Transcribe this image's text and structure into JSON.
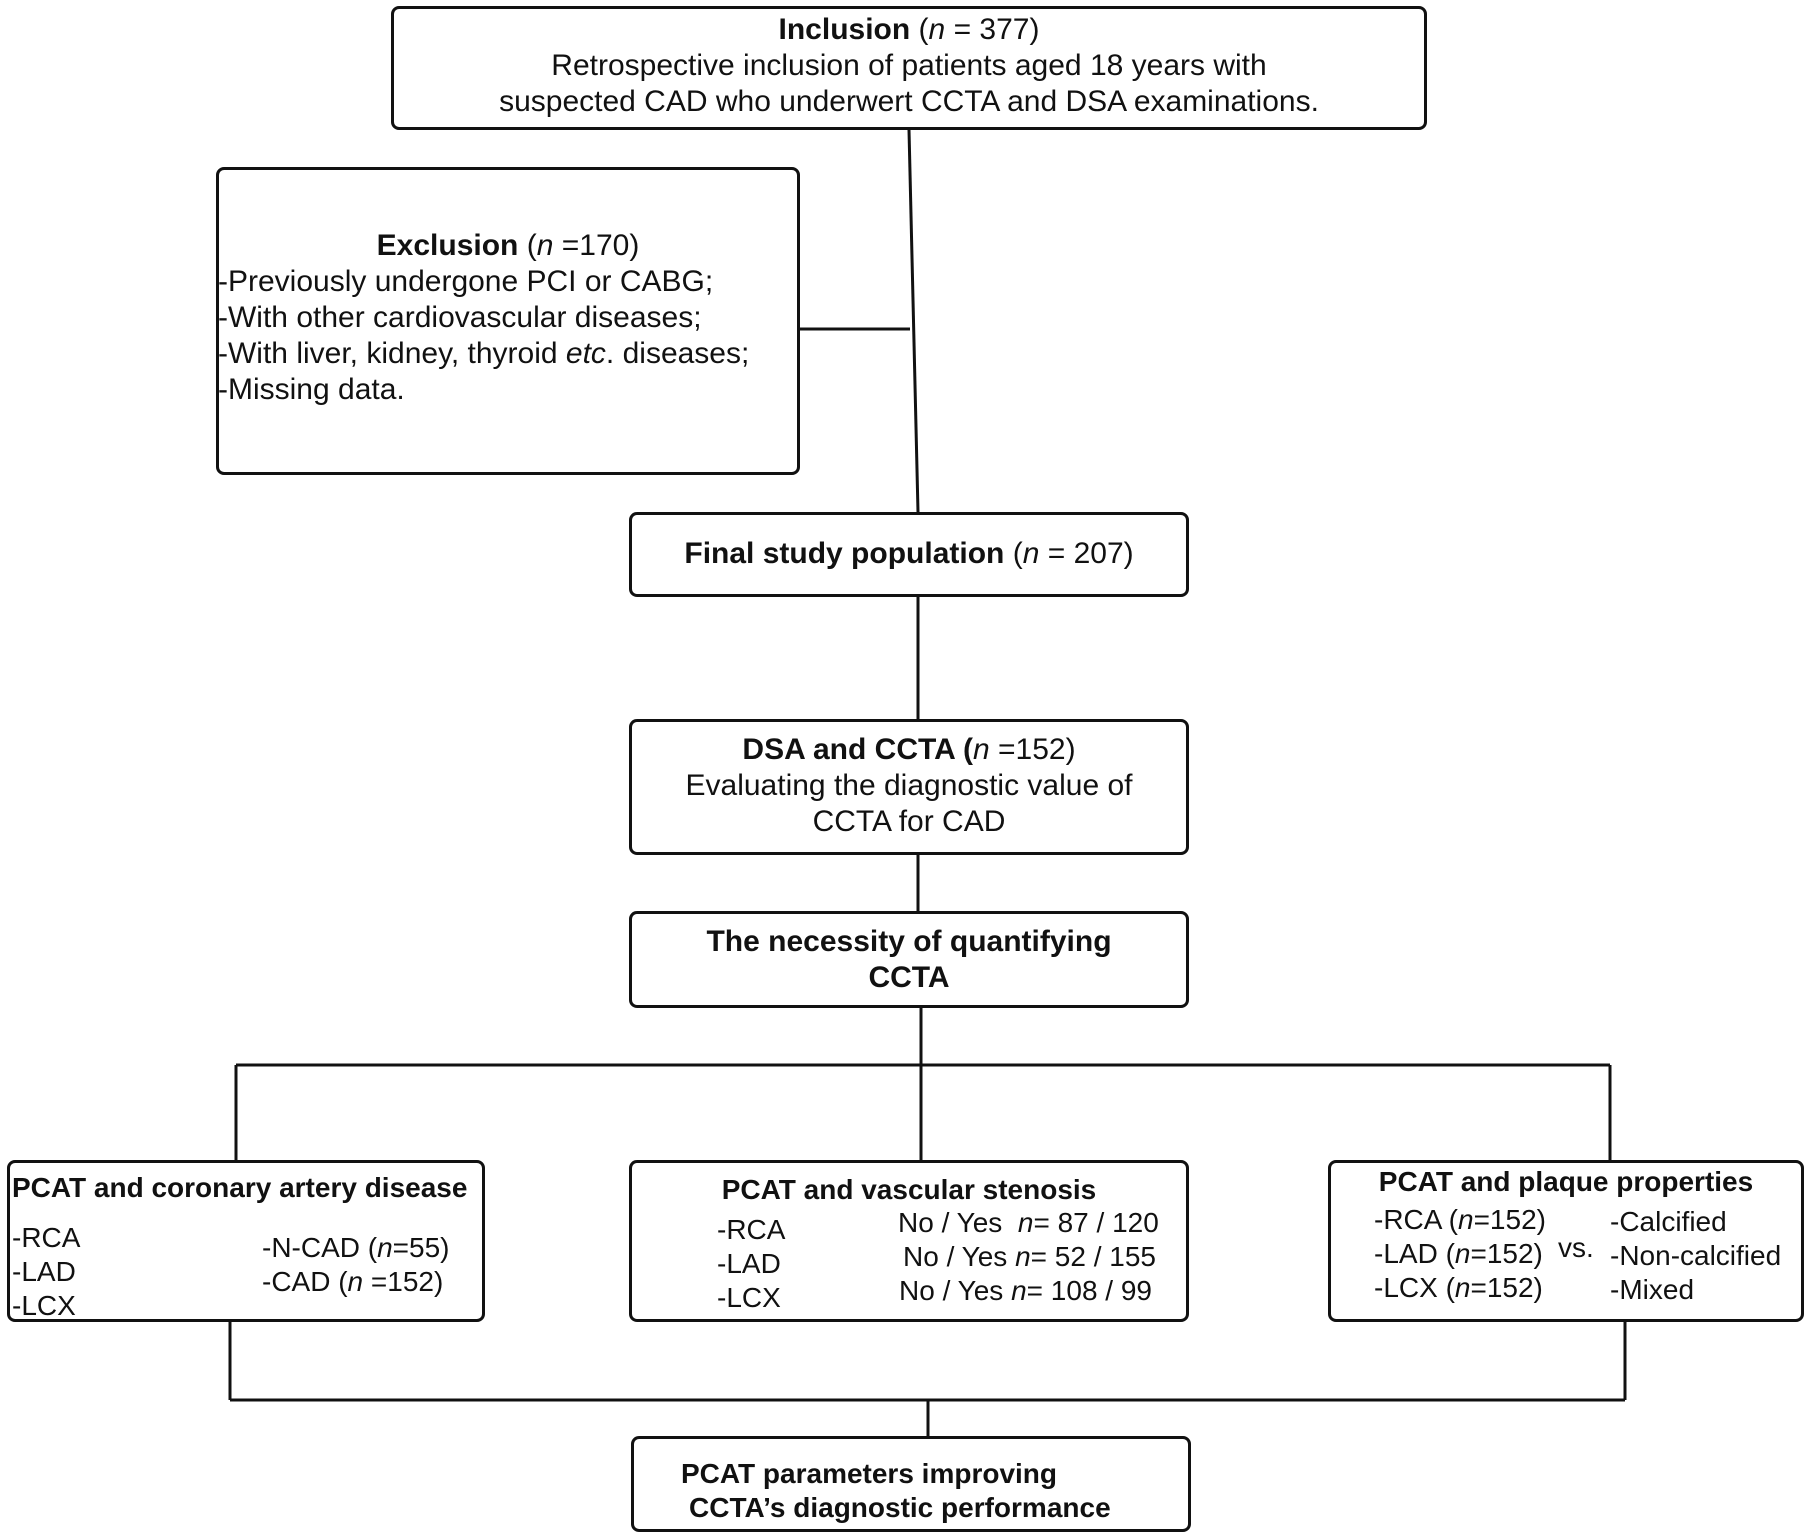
{
  "inclusion": {
    "title": "Inclusion",
    "n_open": "(",
    "n_sym": "n",
    "n_value": " = 377)",
    "line1": "Retrospective inclusion of patients aged 18 years with",
    "line2": "suspected CAD  who  underwert CCTA and DSA examinations."
  },
  "exclusion": {
    "title": "Exclusion",
    "n_open": "(",
    "n_sym": "n",
    "n_value": " =170)",
    "items": [
      "-Previously undergone PCI or CABG;",
      "-With other cardiovascular diseases;",
      "-With liver, kidney, thyroid ",
      "-Missing data."
    ],
    "etc": "etc",
    "etc_tail": ". diseases;"
  },
  "final": {
    "title": "Final study population",
    "n_open": "(",
    "n_sym": "n",
    "n_value": " = 207)"
  },
  "dsa": {
    "title": "DSA and CCTA (",
    "n_sym": "n",
    "n_value": " =152)",
    "line1": "Evaluating the diagnostic value of",
    "line2": "CCTA for CAD"
  },
  "necessity": {
    "line1": "The necessity of quantifying",
    "line2": "CCTA"
  },
  "cad_box": {
    "title": "PCAT and coronary artery disease",
    "vessels": [
      "-RCA",
      "-LAD",
      "-LCX"
    ],
    "group1_pre": "-N-CAD (",
    "group1_n": "n",
    "group1_post": "=55)",
    "group2_pre": "-CAD (",
    "group2_n": "n",
    "group2_post": " =152)"
  },
  "stenosis_box": {
    "title": "PCAT and vascular stenosis",
    "vessels": [
      "-RCA",
      "-LAD",
      "-LCX"
    ],
    "rows": [
      {
        "pre": "No / Yes  ",
        "n": "n",
        "post": "= 87 / 120"
      },
      {
        "pre": "No / Yes ",
        "n": "n",
        "post": "= 52 / 155"
      },
      {
        "pre": "No / Yes ",
        "n": "n",
        "post": "= 108 / 99"
      }
    ]
  },
  "plaque_box": {
    "title": "PCAT and plaque properties",
    "vessels": [
      {
        "pre": "-RCA (",
        "n": "n",
        "post": "=152)"
      },
      {
        "pre": "-LAD (",
        "n": "n",
        "post": "=152)"
      },
      {
        "pre": "-LCX (",
        "n": "n",
        "post": "=152)"
      }
    ],
    "vs": "vs.",
    "types": [
      "-Calcified",
      "-Non-calcified",
      "-Mixed"
    ]
  },
  "outcome": {
    "line1": "PCAT parameters improving",
    "line2": "CCTA’s diagnostic performance"
  }
}
